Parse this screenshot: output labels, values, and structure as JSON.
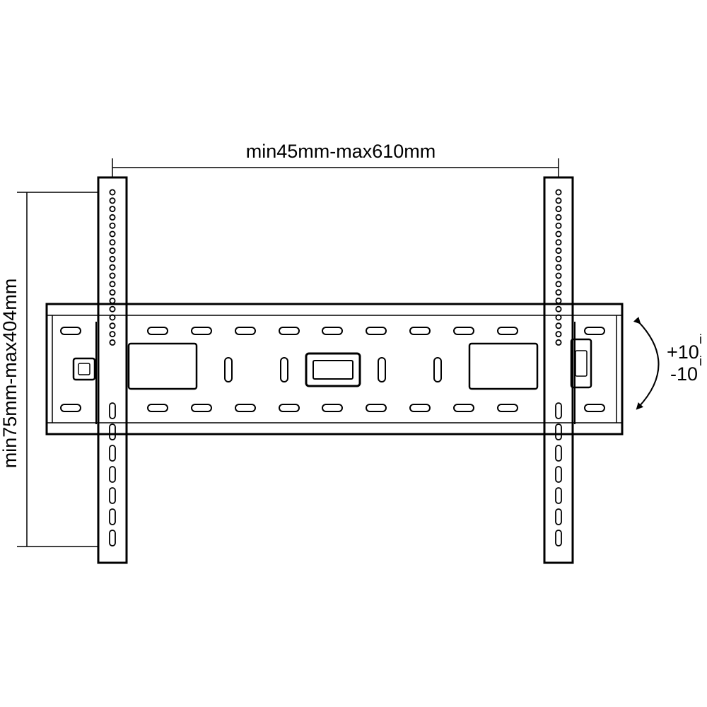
{
  "dimensions": {
    "horizontal": "min45mm-max610mm",
    "vertical": "min75mm-max404mm"
  },
  "tilt": {
    "up": "+10",
    "down": "-10",
    "degree_mark": "i"
  }
}
